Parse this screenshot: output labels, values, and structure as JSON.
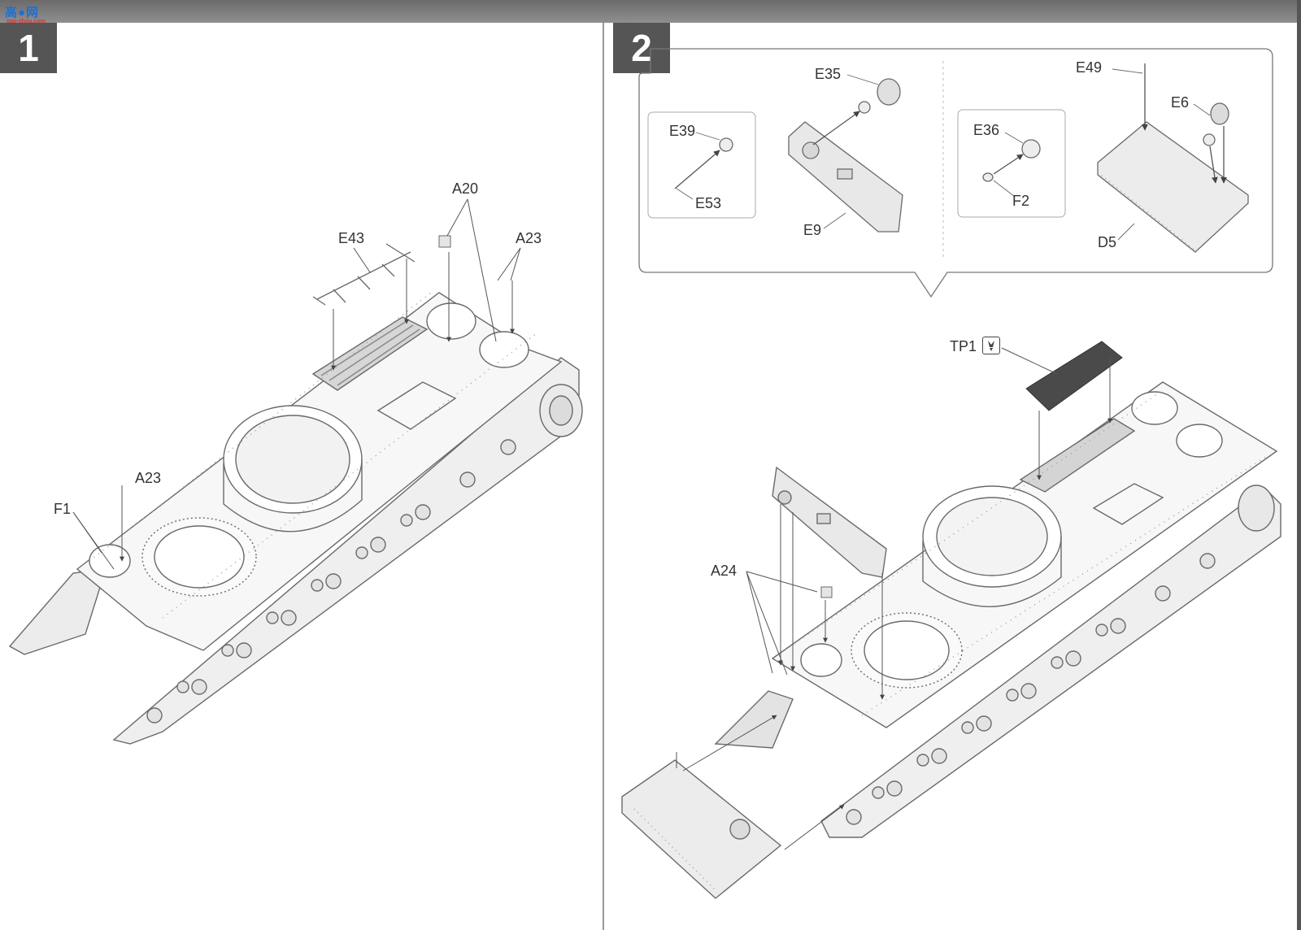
{
  "watermark": {
    "logo_text": "高●网",
    "site_text": "gao-shou.com"
  },
  "page_left": {
    "step_number": "1",
    "labels": {
      "a20": "A20",
      "e43": "E43",
      "a23_top": "A23",
      "a23_left": "A23",
      "f1": "F1"
    }
  },
  "page_right": {
    "step_number": "2",
    "labels": {
      "e35": "E35",
      "e49": "E49",
      "e6": "E6",
      "e39": "E39",
      "e53": "E53",
      "e9": "E9",
      "e36": "E36",
      "f2": "F2",
      "d5": "D5",
      "tp1": "TP1",
      "a24": "A24"
    },
    "tp1_icon": "brush-paint-icon"
  },
  "colors": {
    "badge": "#555555",
    "line_art": "#6a6a6a",
    "hull_fill": "#f3f3f3",
    "tp1_panel": "#4a4a4a"
  }
}
